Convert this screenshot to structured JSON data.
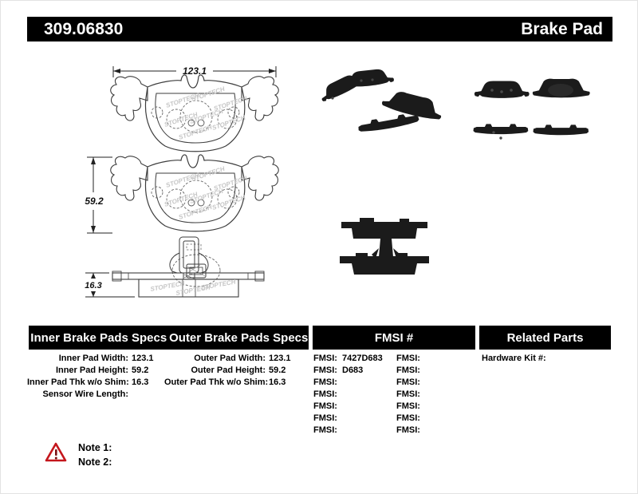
{
  "header": {
    "part_number": "309.06830",
    "product_name": "Brake Pad"
  },
  "diagram": {
    "watermark": "STOPTECH",
    "pad_width": "123.1",
    "pad_height": "59.2",
    "pad_thickness": "16.3"
  },
  "specs": {
    "inner": {
      "title": "Inner Brake Pads Specs",
      "rows": [
        {
          "label": "Inner Pad Width:",
          "value": "123.1"
        },
        {
          "label": "Inner Pad Height:",
          "value": "59.2"
        },
        {
          "label": "Inner Pad Thk w/o Shim:",
          "value": "16.3"
        },
        {
          "label": "Sensor Wire Length:",
          "value": ""
        }
      ]
    },
    "outer": {
      "title": "Outer Brake Pads Specs",
      "rows": [
        {
          "label": "Outer Pad Width:",
          "value": "123.1"
        },
        {
          "label": "Outer Pad Height:",
          "value": "59.2"
        },
        {
          "label": "Outer Pad Thk w/o Shim:",
          "value": "16.3"
        }
      ]
    },
    "fmsi": {
      "title": "FMSI #",
      "left": [
        {
          "label": "FMSI:",
          "value": "7427D683"
        },
        {
          "label": "FMSI:",
          "value": "D683"
        },
        {
          "label": "FMSI:",
          "value": ""
        },
        {
          "label": "FMSI:",
          "value": ""
        },
        {
          "label": "FMSI:",
          "value": ""
        },
        {
          "label": "FMSI:",
          "value": ""
        },
        {
          "label": "FMSI:",
          "value": ""
        }
      ],
      "right": [
        {
          "label": "FMSI:",
          "value": ""
        },
        {
          "label": "FMSI:",
          "value": ""
        },
        {
          "label": "FMSI:",
          "value": ""
        },
        {
          "label": "FMSI:",
          "value": ""
        },
        {
          "label": "FMSI:",
          "value": ""
        },
        {
          "label": "FMSI:",
          "value": ""
        },
        {
          "label": "FMSI:",
          "value": ""
        }
      ]
    },
    "related": {
      "title": "Related Parts",
      "rows": [
        {
          "label": "Hardware Kit #:",
          "value": ""
        }
      ]
    }
  },
  "notes": {
    "items": [
      {
        "label": "Note 1:",
        "text": ""
      },
      {
        "label": "Note 2:",
        "text": ""
      }
    ]
  }
}
